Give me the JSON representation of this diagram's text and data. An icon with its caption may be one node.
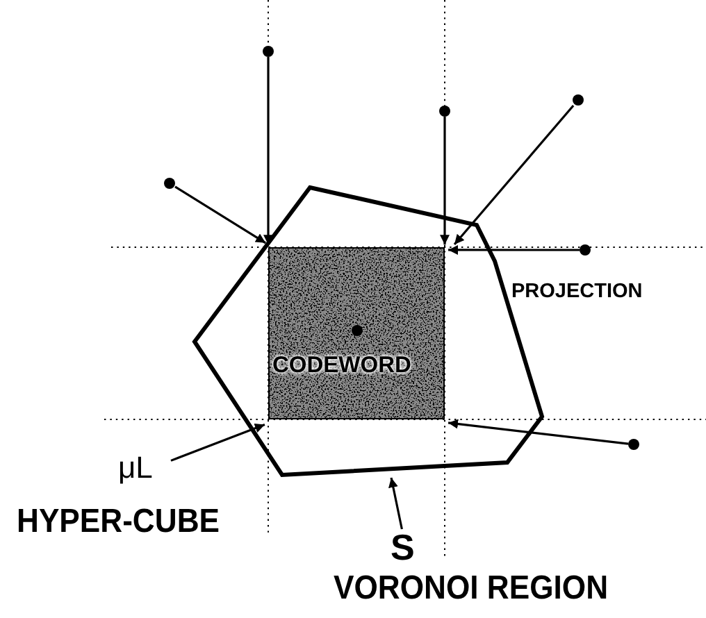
{
  "diagram": {
    "nodes": [
      {
        "text": [],
        "shape": "polygon"
      },
      {
        "text": [],
        "shape": "box",
        "in": 0
      },
      {
        "text": [
          "CODEWORD"
        ],
        "in": 1
      },
      {
        "text": [],
        "shape": "circle"
      },
      {
        "text": [],
        "shape": "circle"
      },
      {
        "text": [],
        "shape": "circle"
      },
      {
        "text": [],
        "shape": "circle"
      },
      {
        "text": [],
        "shape": "circle"
      },
      {
        "text": [],
        "shape": "circle"
      },
      {
        "text": [
          "μL"
        ],
        "beside": [
          "HYPER-CUBE"
        ]
      },
      {
        "text": [
          "S"
        ],
        "beside": [
          "VORONOI REGION"
        ]
      }
    ],
    "edges": [
      {
        "from": 3,
        "to": 1,
        "arrow": "to"
      },
      {
        "from": 4,
        "to": 1,
        "arrow": "to"
      },
      {
        "from": 5,
        "to": 1,
        "arrow": "to"
      },
      {
        "from": 6,
        "to": 1,
        "arrow": "to"
      },
      {
        "from": 7,
        "to": 1,
        "arrow": "to"
      },
      {
        "from": 8,
        "to": 1,
        "arrow": "to"
      },
      {
        "from": 9,
        "to": 1,
        "arrow": "to"
      },
      {
        "from": 10,
        "to": 0,
        "arrow": "to"
      }
    ],
    "labels": [
      "PROJECTION"
    ]
  }
}
